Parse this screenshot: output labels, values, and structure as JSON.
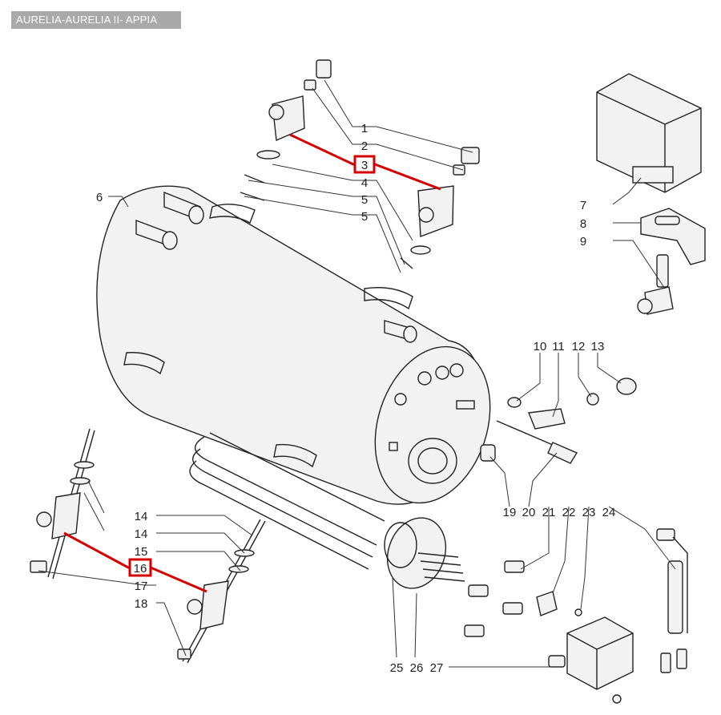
{
  "header": {
    "title": "AURELIA-AURELIA II- APPIA"
  },
  "callouts": {
    "c1": "1",
    "c2": "2",
    "c3": "3",
    "c4": "4",
    "c5a": "5",
    "c5b": "5",
    "c6": "6",
    "c7": "7",
    "c8": "8",
    "c9": "9",
    "c10": "10",
    "c11": "11",
    "c12": "12",
    "c13": "13",
    "c14a": "14",
    "c14b": "14",
    "c15": "15",
    "c16": "16",
    "c17": "17",
    "c18": "18",
    "c19": "19",
    "c20": "20",
    "c21": "21",
    "c22": "22",
    "c23": "23",
    "c24": "24",
    "c25": "25",
    "c26": "26",
    "c27": "27"
  },
  "highlighted_parts": [
    "3",
    "16"
  ],
  "colors": {
    "highlight": "#d40000",
    "header_bg": "#a9a9a9"
  }
}
